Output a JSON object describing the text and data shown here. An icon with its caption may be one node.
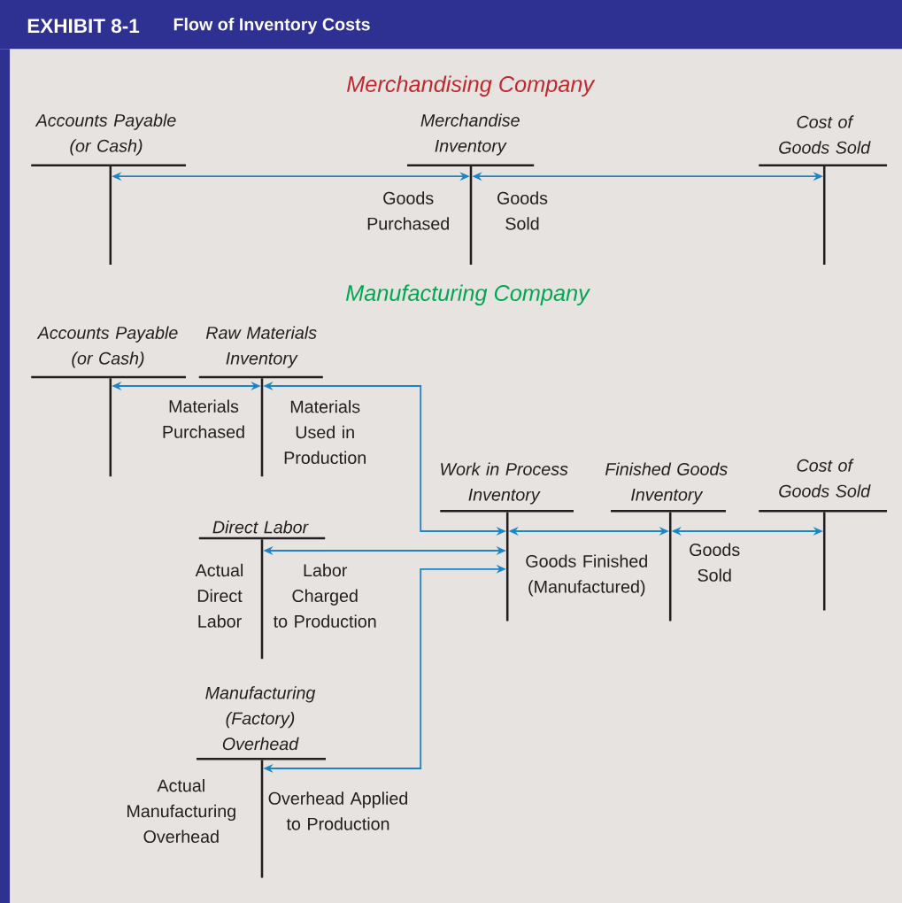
{
  "diagram": {
    "title": "Flow of Inventory Costs",
    "nodes": [
      {
        "text": [
          "Accounts Payable (or Cash)"
        ]
      },
      {
        "text": [
          "Merchandise Inventory",
          "Goods Purchased",
          "Goods Sold"
        ]
      },
      {
        "text": [
          "Cost of Goods Sold"
        ]
      },
      {
        "text": [
          "Accounts Payable (or Cash)"
        ]
      },
      {
        "text": [
          "Raw Materials Inventory",
          "Materials Purchased",
          "Materials Used in Production"
        ]
      },
      {
        "text": [
          "Work in Process Inventory"
        ]
      },
      {
        "text": [
          "Finished Goods Inventory",
          "Goods Finished (Manufactured)",
          "Goods Sold"
        ]
      },
      {
        "text": [
          "Cost of Goods Sold"
        ]
      },
      {
        "text": [
          "Direct Labor",
          "Actual Direct Labor",
          "Labor Charged to Production"
        ]
      },
      {
        "text": [
          "Manufacturing (Factory) Overhead",
          "Actual Manufacturing Overhead",
          "Overhead Applied to Production"
        ]
      }
    ],
    "edges": [
      {
        "from": 0,
        "to": 1,
        "arrow": "both"
      },
      {
        "from": 1,
        "to": 2,
        "arrow": "both"
      },
      {
        "from": 3,
        "to": 4,
        "arrow": "both"
      },
      {
        "from": 4,
        "to": 5,
        "arrow": "both"
      },
      {
        "from": 8,
        "to": 5,
        "arrow": "both"
      },
      {
        "from": 9,
        "to": 5,
        "arrow": "both"
      },
      {
        "from": 5,
        "to": 6,
        "arrow": "both"
      },
      {
        "from": 6,
        "to": 7,
        "arrow": "both"
      }
    ],
    "labels": [
      "EXHIBIT 8-1",
      "Merchandising Company",
      "Manufacturing Company"
    ]
  }
}
